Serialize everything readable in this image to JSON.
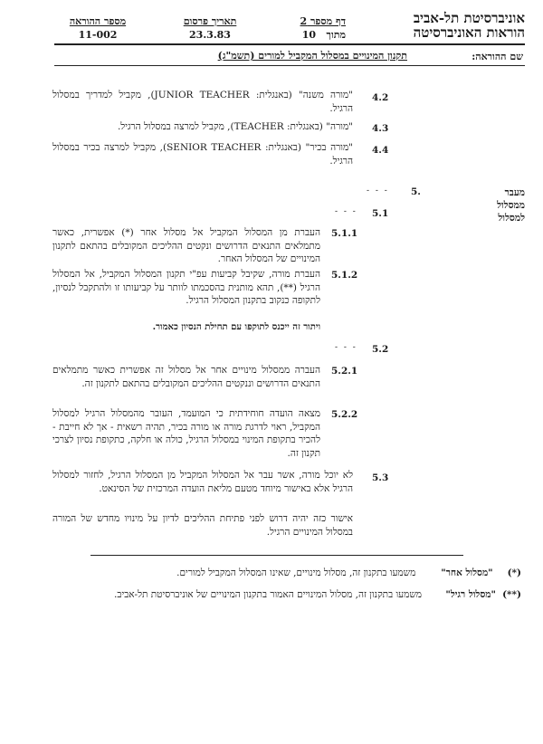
{
  "header": {
    "university_1": "אוניברסיטת תל-אביב",
    "university_2": "הוראות האוניברסיטה",
    "page_label": "דף מספר",
    "page_number": "2",
    "of_label": "מתוך",
    "of_total": "10",
    "date_label": "תאריך פרסום",
    "date_value": "23.3.83",
    "doc_label": "מספר ההוראה",
    "doc_value": "11-002",
    "subject_label": "שם ההוראה:",
    "subject_value": "תקנון המינויים במסלול המקביל למורים (תשמ\"ג)"
  },
  "sections": [
    {
      "num": "4.2",
      "text": "\"מורה משנה\" (באנגלית: JUNIOR TEACHER), מקביל למדריך במסלול הרגיל."
    },
    {
      "num": "4.3",
      "text": "\"מורה\" (באנגלית: TEACHER), מקביל למרצה במסלול הרגיל."
    },
    {
      "num": "4.4",
      "text": "\"מורה בכיר\" (באנגלית: SENIOR TEACHER), מקביל למרצה בכיר במסלול הרגיל."
    }
  ],
  "section5": {
    "num": "5.",
    "title": "מעבר ממסלול למסלול",
    "dashes": "- - -"
  },
  "s51": {
    "num": "5.1",
    "dashes": "- - -"
  },
  "s511": {
    "num": "5.1.1",
    "text": "העברת מן המסלול המקביל אל מסלול אחר (*) אפשרית, כאשר מתמלאים התנאים הדרושים ונקטים ההליכים המקובלים בהתאם לתקנון המינויים של המסלול האחר."
  },
  "s512": {
    "num": "5.1.2",
    "text": "העברת מורה, שקיבל קביעות עפ\"י תקנון המסלול המקביל, אל המסלול הרגיל (**), תהא מותנית בהסכמתו לוותר על קביעותו זו ולהתקבל לנסיון, לתקופה כנקוב בתקנון המסלול הרגיל."
  },
  "s512_note": "ויתור זה ייכנס לתוקפו עם תחילת הנסיון כאמור.",
  "s52": {
    "num": "5.2",
    "dashes": "- - -"
  },
  "s521": {
    "num": "5.2.1",
    "text": "העברה ממסלול מינויים אחר אל מסלול זה אפשרית כאשר מתמלאים התנאים הדרושים וננקטים ההליכים המקובלים בהתאם לתקנון זה."
  },
  "s522": {
    "num": "5.2.2",
    "text": "מצאה הועדה חוחידתית כי המועמד, העובר מהמסלול הרגיל למסלול המקביל, ראוי לדרגת מורה או מורה בכיר, תהיה רשאית - אך לא חייבת - להכיר בתקופת המינוי במסלול הרגיל, כולה או חלקה, כתקופת נסיון לצרכי תקנון זה."
  },
  "s53": {
    "num": "5.3",
    "text": "לא יוכל מורה, אשר עבר אל המסלול המקביל מן המסלול הרגיל, לחזור למסלול הרגיל אלא באישור מיוחד מטעם מליאת הועדה המרכזית של הסינאט."
  },
  "s53_note": "אישור כזה יהיה דרוש לפני פתיחת ההליכים לדיון על מינויו מחדש של המורה במסלול המינויים הרגיל.",
  "footnotes": [
    {
      "mark": "(*)",
      "term": "\"מסלול אחר\"",
      "text": "משמעו בתקנון זה, מסלול מינויים, שאינו המסלול המקביל למורים."
    },
    {
      "mark": "(**)",
      "term": "\"מסלול רגיל\"",
      "text": "משמעו בתקנון זה, מסלול המינויים האמור בתקנון המינויים של אוניברסיטת תל-אביב."
    }
  ]
}
